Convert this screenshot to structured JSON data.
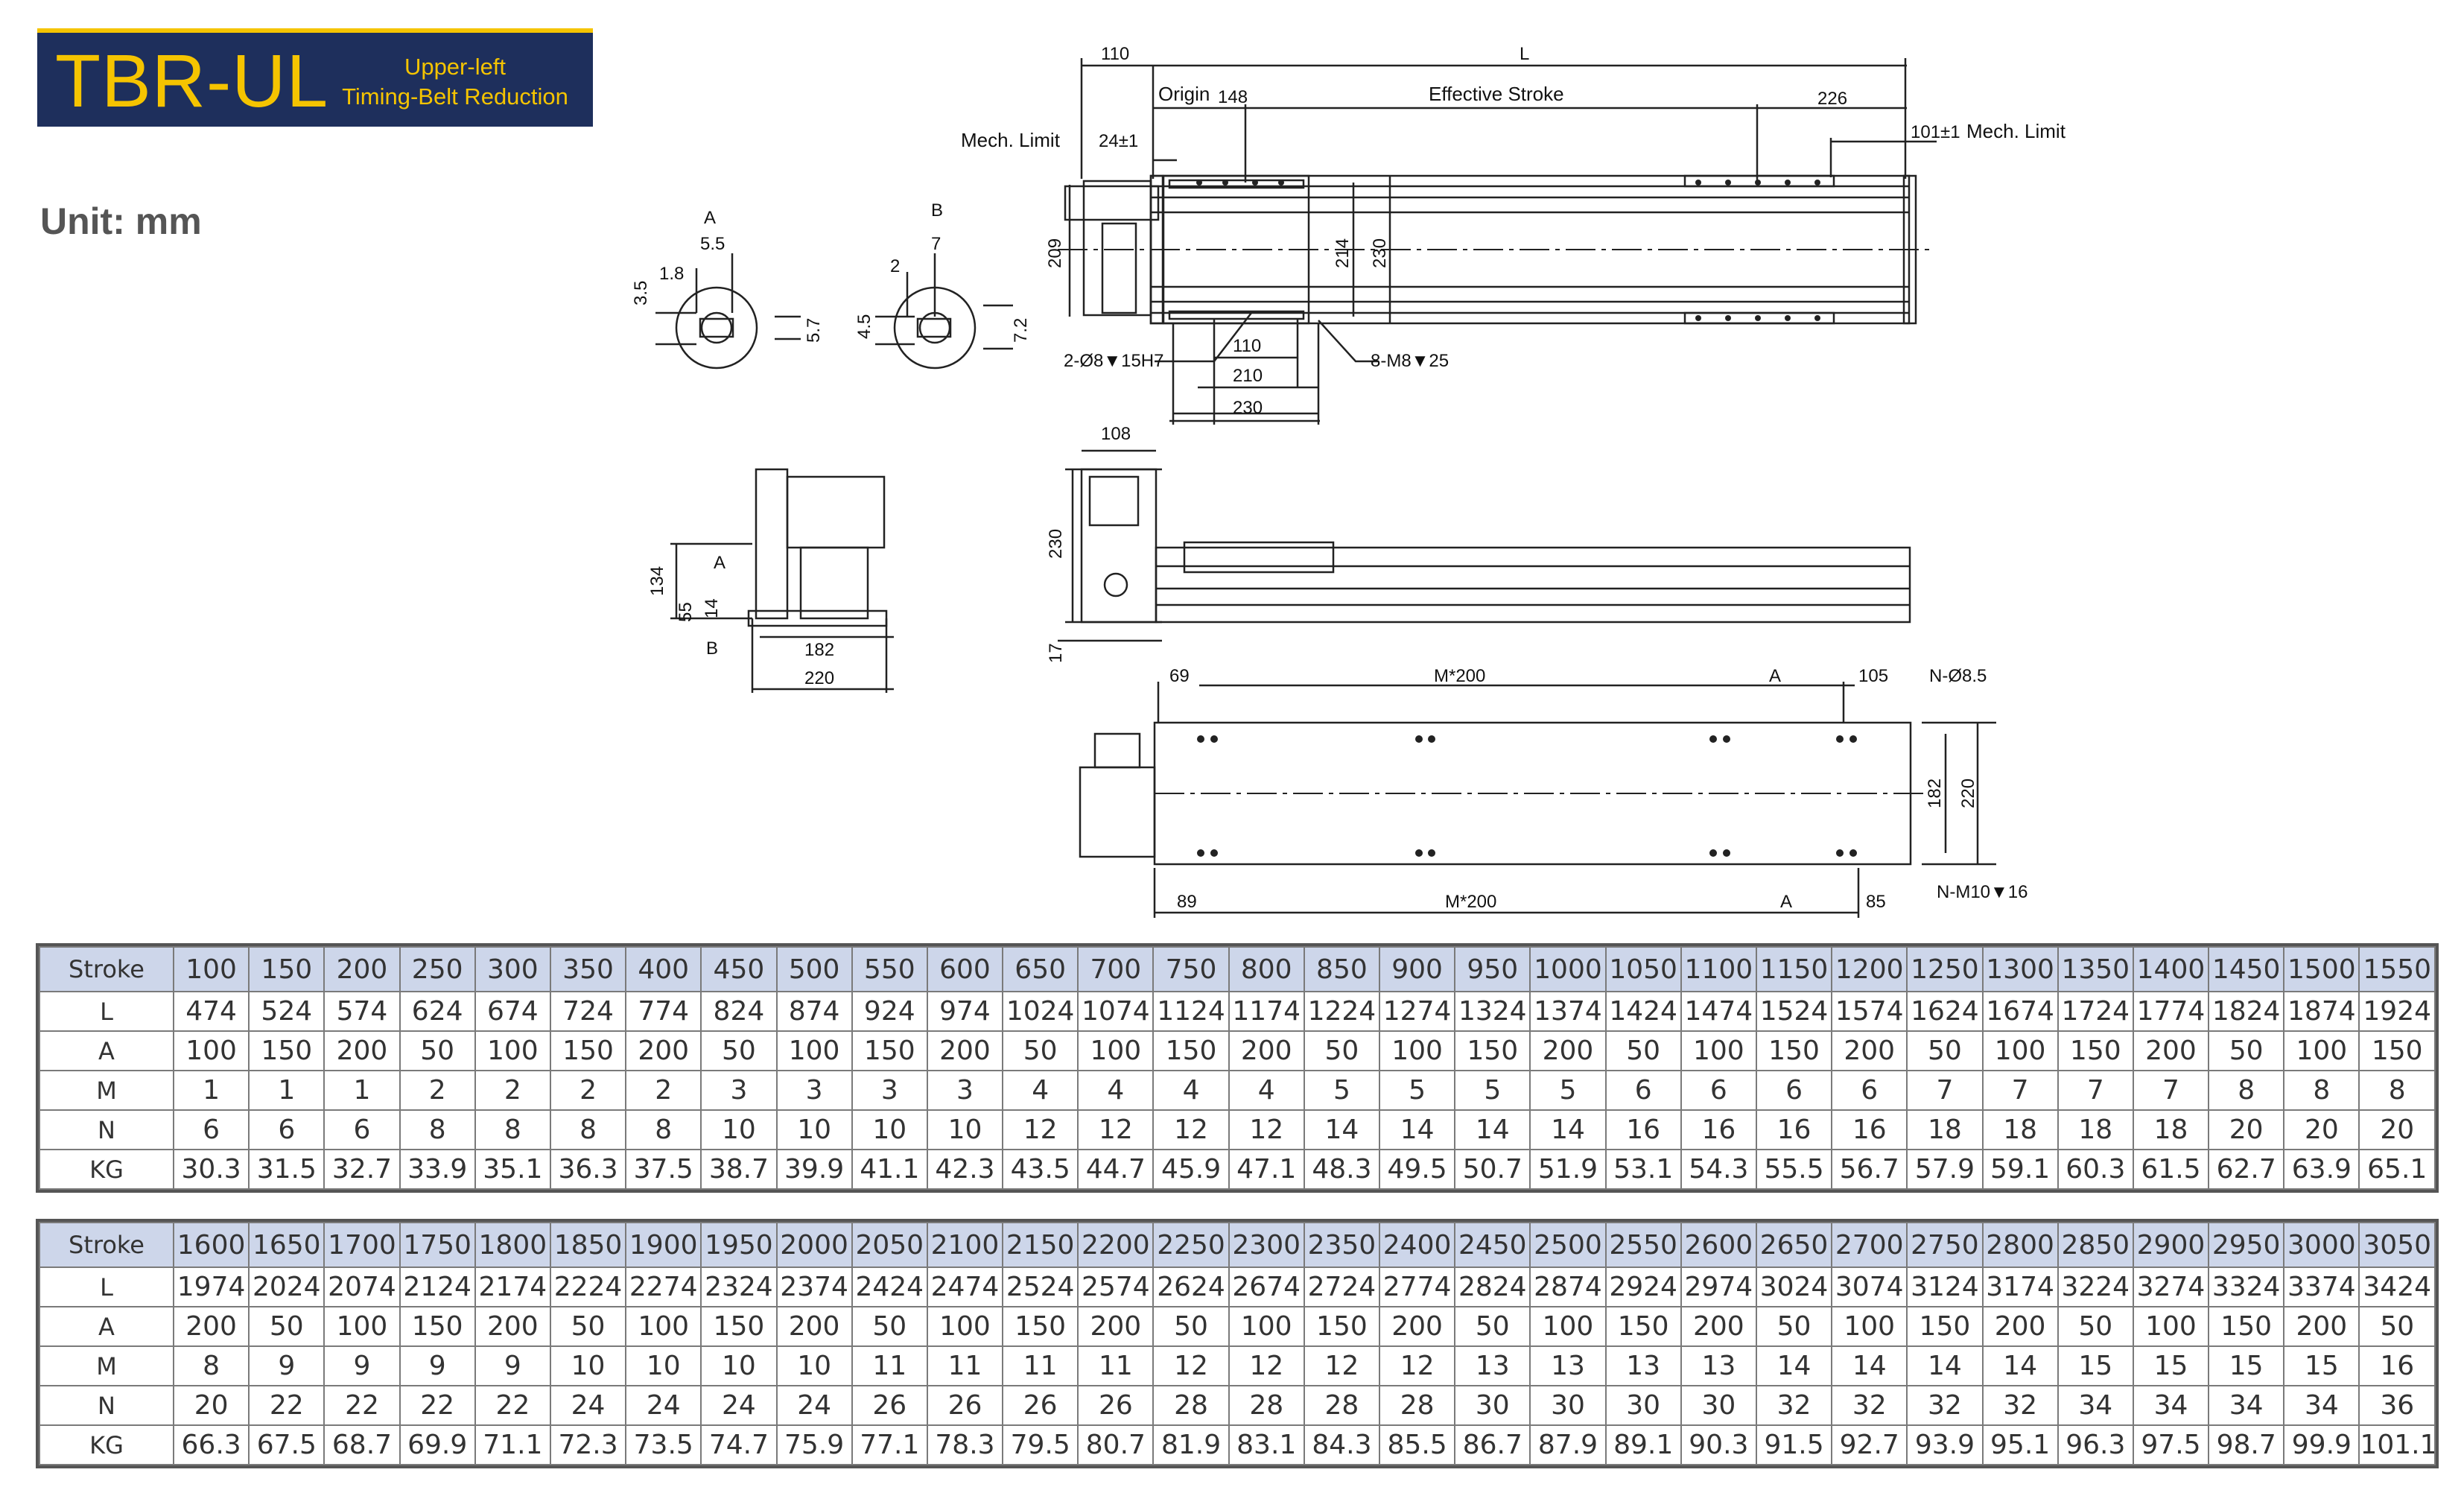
{
  "header": {
    "model": "TBR-UL",
    "subtitle_line1": "Upper-left",
    "subtitle_line2": "Timing-Belt Reduction",
    "unit": "Unit: mm"
  },
  "drawing": {
    "labels": {
      "L": "L",
      "d110_top": "110",
      "origin": "Origin",
      "d148": "148",
      "effective_stroke": "Effective Stroke",
      "d226": "226",
      "mech_limit_left": "Mech. Limit",
      "d24": "24±1",
      "d101": "101±1",
      "mech_limit_right": "Mech. Limit",
      "d209": "209",
      "d214": "214",
      "d230_side": "230",
      "pin_hole": "2-Ø8▼15H7",
      "d110_bot": "110",
      "d210": "210",
      "d230_bot": "230",
      "screw": "8-M8▼25",
      "detail_a": "A",
      "a_55": "5.5",
      "a_18": "1.8",
      "a_35": "3.5",
      "a_57": "5.7",
      "detail_b": "B",
      "b_2": "2",
      "b_7": "7",
      "b_45": "4.5",
      "b_72": "7.2",
      "e_134": "134",
      "e_55": "55",
      "e_14": "14",
      "e_A": "A",
      "e_B": "B",
      "e_182": "182",
      "e_220": "220",
      "f_108": "108",
      "f_230": "230",
      "f_17": "17",
      "p_69": "69",
      "p_m200_top": "M*200",
      "p_A_top": "A",
      "p_105": "105",
      "p_n_hole": "N-Ø8.5",
      "p_182": "182",
      "p_220": "220",
      "p_89": "89",
      "p_m200_bot": "M*200",
      "p_A_bot": "A",
      "p_85": "85",
      "p_n_screw": "N-M10▼16"
    }
  },
  "table1": {
    "stroke_label": "Stroke",
    "row_labels": [
      "L",
      "A",
      "M",
      "N",
      "KG"
    ],
    "stroke": [
      "100",
      "150",
      "200",
      "250",
      "300",
      "350",
      "400",
      "450",
      "500",
      "550",
      "600",
      "650",
      "700",
      "750",
      "800",
      "850",
      "900",
      "950",
      "1000",
      "1050",
      "1100",
      "1150",
      "1200",
      "1250",
      "1300",
      "1350",
      "1400",
      "1450",
      "1500",
      "1550"
    ],
    "rows": [
      [
        "474",
        "524",
        "574",
        "624",
        "674",
        "724",
        "774",
        "824",
        "874",
        "924",
        "974",
        "1024",
        "1074",
        "1124",
        "1174",
        "1224",
        "1274",
        "1324",
        "1374",
        "1424",
        "1474",
        "1524",
        "1574",
        "1624",
        "1674",
        "1724",
        "1774",
        "1824",
        "1874",
        "1924"
      ],
      [
        "100",
        "150",
        "200",
        "50",
        "100",
        "150",
        "200",
        "50",
        "100",
        "150",
        "200",
        "50",
        "100",
        "150",
        "200",
        "50",
        "100",
        "150",
        "200",
        "50",
        "100",
        "150",
        "200",
        "50",
        "100",
        "150",
        "200",
        "50",
        "100",
        "150"
      ],
      [
        "1",
        "1",
        "1",
        "2",
        "2",
        "2",
        "2",
        "3",
        "3",
        "3",
        "3",
        "4",
        "4",
        "4",
        "4",
        "5",
        "5",
        "5",
        "5",
        "6",
        "6",
        "6",
        "6",
        "7",
        "7",
        "7",
        "7",
        "8",
        "8",
        "8"
      ],
      [
        "6",
        "6",
        "6",
        "8",
        "8",
        "8",
        "8",
        "10",
        "10",
        "10",
        "10",
        "12",
        "12",
        "12",
        "12",
        "14",
        "14",
        "14",
        "14",
        "16",
        "16",
        "16",
        "16",
        "18",
        "18",
        "18",
        "18",
        "20",
        "20",
        "20"
      ],
      [
        "30.3",
        "31.5",
        "32.7",
        "33.9",
        "35.1",
        "36.3",
        "37.5",
        "38.7",
        "39.9",
        "41.1",
        "42.3",
        "43.5",
        "44.7",
        "45.9",
        "47.1",
        "48.3",
        "49.5",
        "50.7",
        "51.9",
        "53.1",
        "54.3",
        "55.5",
        "56.7",
        "57.9",
        "59.1",
        "60.3",
        "61.5",
        "62.7",
        "63.9",
        "65.1"
      ]
    ]
  },
  "table2": {
    "stroke_label": "Stroke",
    "row_labels": [
      "L",
      "A",
      "M",
      "N",
      "KG"
    ],
    "stroke": [
      "1600",
      "1650",
      "1700",
      "1750",
      "1800",
      "1850",
      "1900",
      "1950",
      "2000",
      "2050",
      "2100",
      "2150",
      "2200",
      "2250",
      "2300",
      "2350",
      "2400",
      "2450",
      "2500",
      "2550",
      "2600",
      "2650",
      "2700",
      "2750",
      "2800",
      "2850",
      "2900",
      "2950",
      "3000",
      "3050"
    ],
    "rows": [
      [
        "1974",
        "2024",
        "2074",
        "2124",
        "2174",
        "2224",
        "2274",
        "2324",
        "2374",
        "2424",
        "2474",
        "2524",
        "2574",
        "2624",
        "2674",
        "2724",
        "2774",
        "2824",
        "2874",
        "2924",
        "2974",
        "3024",
        "3074",
        "3124",
        "3174",
        "3224",
        "3274",
        "3324",
        "3374",
        "3424"
      ],
      [
        "200",
        "50",
        "100",
        "150",
        "200",
        "50",
        "100",
        "150",
        "200",
        "50",
        "100",
        "150",
        "200",
        "50",
        "100",
        "150",
        "200",
        "50",
        "100",
        "150",
        "200",
        "50",
        "100",
        "150",
        "200",
        "50",
        "100",
        "150",
        "200",
        "50"
      ],
      [
        "8",
        "9",
        "9",
        "9",
        "9",
        "10",
        "10",
        "10",
        "10",
        "11",
        "11",
        "11",
        "11",
        "12",
        "12",
        "12",
        "12",
        "13",
        "13",
        "13",
        "13",
        "14",
        "14",
        "14",
        "14",
        "15",
        "15",
        "15",
        "15",
        "16"
      ],
      [
        "20",
        "22",
        "22",
        "22",
        "22",
        "24",
        "24",
        "24",
        "24",
        "26",
        "26",
        "26",
        "26",
        "28",
        "28",
        "28",
        "28",
        "30",
        "30",
        "30",
        "30",
        "32",
        "32",
        "32",
        "32",
        "34",
        "34",
        "34",
        "34",
        "36"
      ],
      [
        "66.3",
        "67.5",
        "68.7",
        "69.9",
        "71.1",
        "72.3",
        "73.5",
        "74.7",
        "75.9",
        "77.1",
        "78.3",
        "79.5",
        "80.7",
        "81.9",
        "83.1",
        "84.3",
        "85.5",
        "86.7",
        "87.9",
        "89.1",
        "90.3",
        "91.5",
        "92.7",
        "93.9",
        "95.1",
        "96.3",
        "97.5",
        "98.7",
        "99.9",
        "101.1"
      ]
    ]
  }
}
